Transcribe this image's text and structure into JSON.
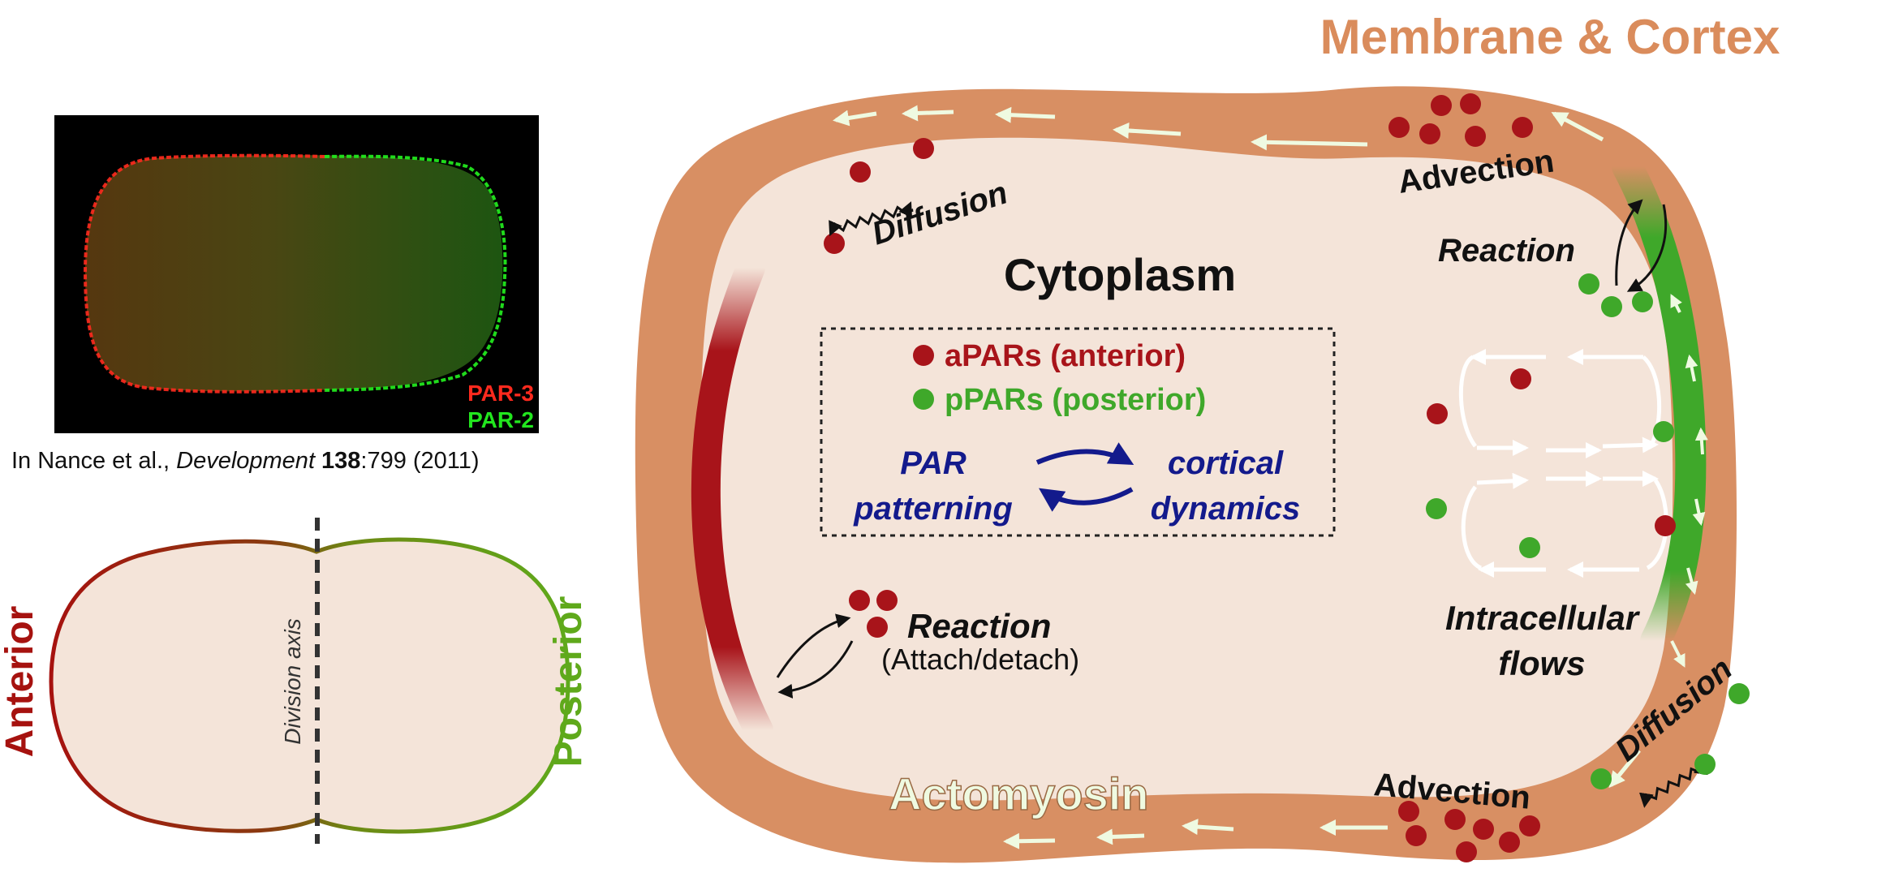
{
  "micrograph": {
    "label_par3": "PAR-3",
    "label_par2": "PAR-2",
    "colors": {
      "par3": "#ff2a1e",
      "par2": "#22e61e"
    }
  },
  "citation": {
    "prefix": "In Nance et al., ",
    "journal": "Development",
    "volume": "138",
    "rest": ":799 (2011)"
  },
  "schematic": {
    "anterior_label": "Anterior",
    "posterior_label": "Posterior",
    "division_axis_label": "Division axis",
    "colors": {
      "anterior": "#a6120f",
      "posterior": "#5fa91b",
      "cell_fill": "#f4e4d9"
    }
  },
  "diagram": {
    "title": "Membrane & Cortex",
    "cytoplasm_label": "Cytoplasm",
    "actomyosin_label": "Actomyosin",
    "legend": {
      "apar": "aPARs (anterior)",
      "ppar": "pPARs (posterior)",
      "par_patterning_1": "PAR",
      "par_patterning_2": "patterning",
      "cortical_dynamics_1": "cortical",
      "cortical_dynamics_2": "dynamics"
    },
    "processes": {
      "diffusion_top": "Diffusion",
      "advection_top": "Advection",
      "reaction_right": "Reaction",
      "reaction_left": "Reaction",
      "attach_detach": "(Attach/detach)",
      "intracellular_1": "Intracellular",
      "intracellular_2": "flows",
      "diffusion_bottom": "Diffusion",
      "advection_bottom": "Advection"
    },
    "colors": {
      "cortex": "#d88f63",
      "cytoplasm": "#f4e4d9",
      "apar": "#a8141a",
      "ppar": "#3fa82a",
      "title": "#da8c5c",
      "legend_blue": "#131a8c",
      "flow_arrow": "#effae1"
    }
  }
}
